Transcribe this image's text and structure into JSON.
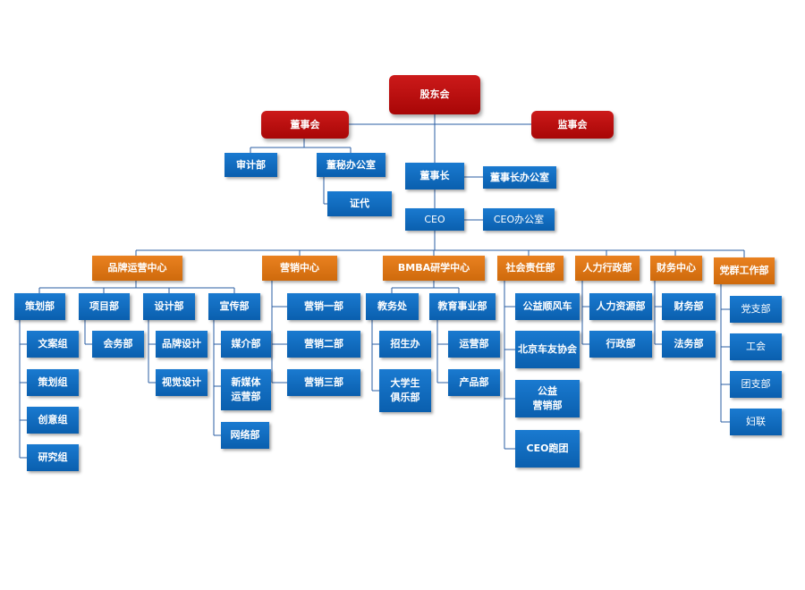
{
  "nodes": {
    "gudonghui": "股东会",
    "dongshihui": "董事会",
    "jianshihui": "监事会",
    "shenjibu": "审计部",
    "dongmiban": "董秘办公室",
    "zhengdai": "证代",
    "dongshizhang": "董事长",
    "dszban": "董事长办公室",
    "ceo": "CEO",
    "ceoban": "CEO办公室",
    "pinpai_center": "品牌运营中心",
    "yingxiao_center": "营销中心",
    "bmba_center": "BMBA研学中心",
    "shehui_center": "社会责任部",
    "renli_center": "人力行政部",
    "caiwu_center": "财务中心",
    "dangqun_center": "党群工作部",
    "cehuabu": "策划部",
    "wenanzu": "文案组",
    "cehuazu": "策划组",
    "chuangyizu": "创意组",
    "yanjiuzu": "研究组",
    "xiangmubu": "项目部",
    "huiwubu": "会务部",
    "shejibu": "设计部",
    "pinpaisheji": "品牌设计",
    "shijuesheji": "视觉设计",
    "xuanchuanbu": "宣传部",
    "meijiebu": "媒介部",
    "xinmeiti": "新媒体\n运营部",
    "wangluobu": "网络部",
    "yingxiao1": "营销一部",
    "yingxiao2": "营销二部",
    "yingxiao3": "营销三部",
    "jiaowuchu": "教务处",
    "zhaoshengban": "招生办",
    "daxuesheng": "大学生\n俱乐部",
    "jiaoyu": "教育事业部",
    "yunyingbu": "运营部",
    "chanpinbu": "产品部",
    "gongyishunfengche": "公益顺风车",
    "beijingchyou": "北京车友协会",
    "gongyiyingxiao": "公益\n营销部",
    "ceopaotuan": "CEO跑团",
    "renliziyuan": "人力资源部",
    "xingzhengbu": "行政部",
    "caiwubu": "财务部",
    "fawubu": "法务部",
    "dangzhibu": "党支部",
    "gonghui": "工会",
    "tuanzhibu": "团支部",
    "fulian": "妇联"
  },
  "colors": {
    "blue": "#0f6bbf",
    "red": "#b80c0c",
    "orange": "#dd7415",
    "line": "#2a5da3"
  }
}
